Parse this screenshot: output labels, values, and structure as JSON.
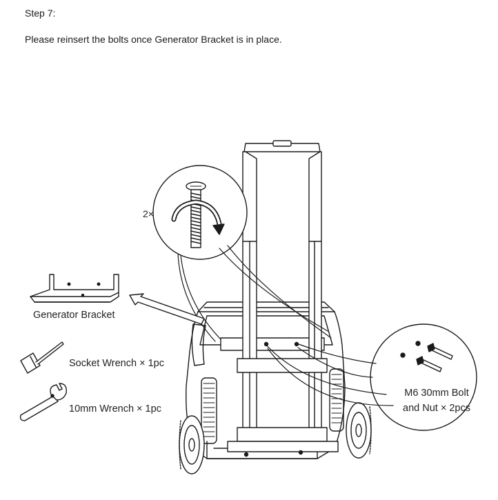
{
  "step": {
    "title": "Step 7:"
  },
  "instruction": "Please reinsert the bolts once Generator Bracket is in place.",
  "callouts": {
    "multiplier": "2×",
    "bracket": "Generator Bracket",
    "socket_wrench": "Socket Wrench × 1pc",
    "wrench_10mm": "10mm Wrench × 1pc",
    "bolt_line1": "M6 30mm Bolt",
    "bolt_line2": "and Nut × 2pcs"
  },
  "icons": [
    "bolt-rotation-icon",
    "generator-bracket-icon",
    "socket-wrench-icon",
    "open-end-wrench-icon",
    "bolt-and-nut-icon"
  ],
  "colors": {
    "line": "#1a1a1a",
    "fill": "#ffffff"
  }
}
